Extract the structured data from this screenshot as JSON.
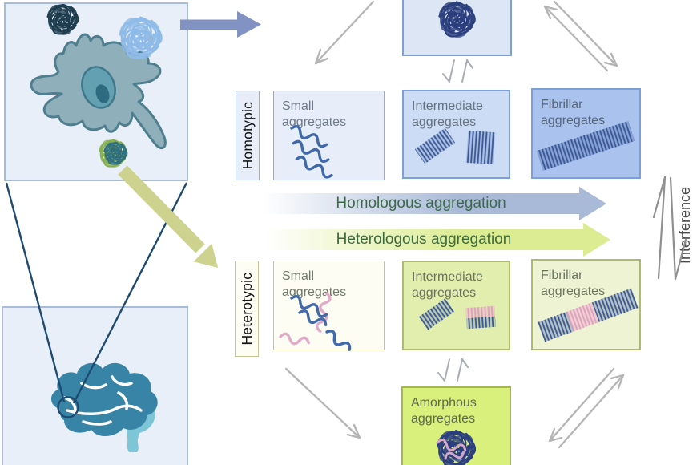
{
  "figure": {
    "description": "Homotypic versus heterotypic protein aggregation pathways in a neuron"
  },
  "colors": {
    "homotypic_accent": "#7d9fd6",
    "heterotypic_accent": "#aeba74",
    "homologous_arrow": "#a9bad9",
    "heterologous_arrow": "#dcec93",
    "gray_connector": "#b5b5b5",
    "navy_callout": "#1d4a70",
    "cell_teal": "#8fb0ba",
    "brain_teal": "#3884a6"
  },
  "homotypic": {
    "row_label": "Homotypic",
    "boxes": [
      {
        "title": "Small aggregates"
      },
      {
        "title": "Intermediate aggregates"
      },
      {
        "title": "Fibrillar aggregates"
      }
    ]
  },
  "heterotypic": {
    "row_label": "Heterotypic",
    "boxes": [
      {
        "title": "Small aggregates"
      },
      {
        "title": "Intermediate aggregates"
      },
      {
        "title": "Fibrillar aggregates"
      }
    ]
  },
  "amorphous_box": {
    "title": "Amorphous aggregates"
  },
  "arrows": {
    "homologous": "Homologous aggregation",
    "heterologous": "Heterologous aggregation"
  },
  "interference": "Interference"
}
